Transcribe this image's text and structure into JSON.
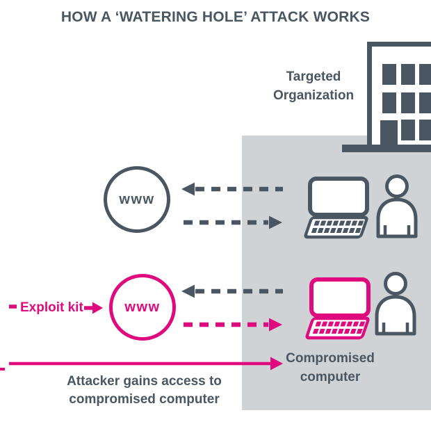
{
  "title": "HOW A ‘WATERING HOLE’ ATTACK WORKS",
  "palette": {
    "dark": "#4a5661",
    "pink": "#df0a7e",
    "panel": "#cfd3d6"
  },
  "organization": {
    "label": "Targeted Organization"
  },
  "sites": {
    "normal": {
      "label": "www"
    },
    "compromised": {
      "label": "www"
    }
  },
  "annotations": {
    "exploit_kit": "Exploit kit",
    "compromised_computer": "Compromised computer",
    "attacker_caption": "Attacker gains access to compromised computer"
  }
}
